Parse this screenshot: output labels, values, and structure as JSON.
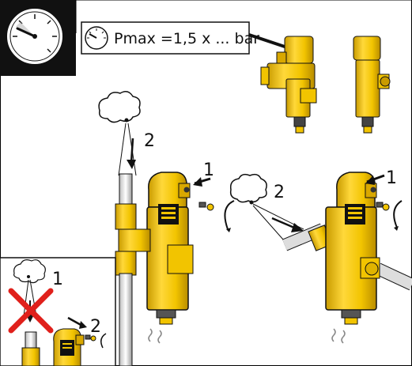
{
  "header": {
    "pressure_label": "Pmax =1,5 x ... bar"
  },
  "steps": {
    "left_release": "2",
    "middle_open": "1",
    "middle_release": "2",
    "right_open": "1",
    "inset_release": "1",
    "inset_open": "2"
  },
  "icons": {
    "header_icon": "pressure-gauge-icon",
    "forbidden": "red-x-icon"
  },
  "colors": {
    "body": "#f2c400",
    "shade": "#c79a00",
    "forbidden": "#e0201b",
    "header_block": "#111111"
  }
}
